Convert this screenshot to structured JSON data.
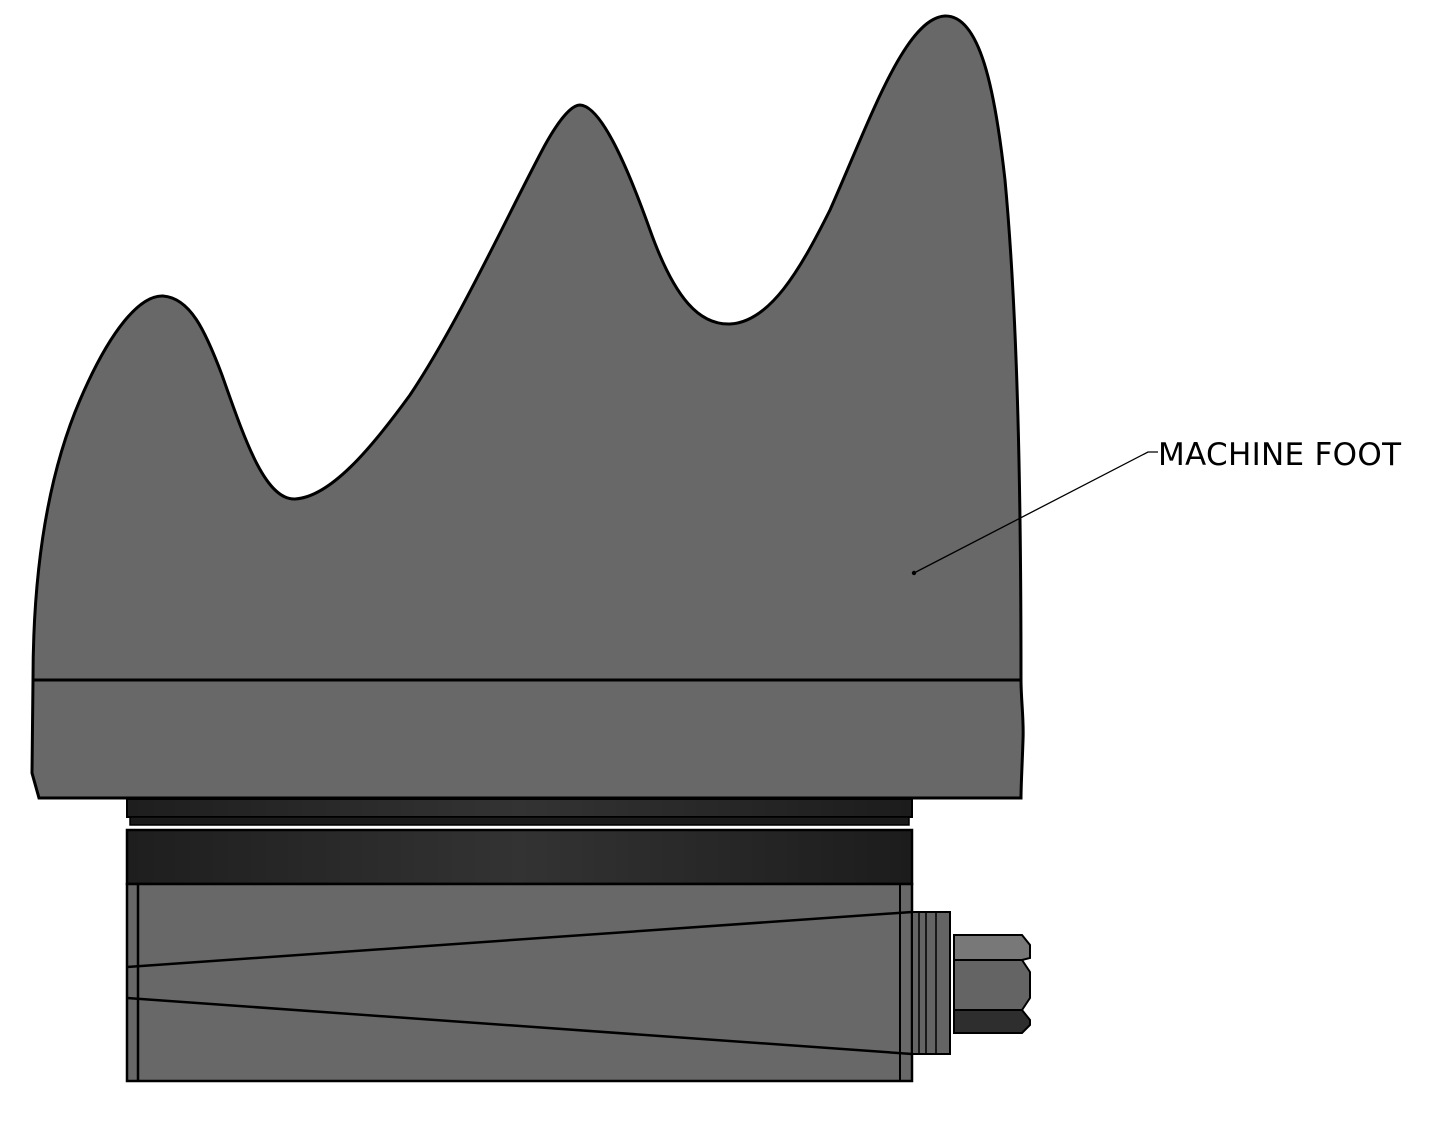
{
  "diagram": {
    "type": "technical-drawing",
    "subject": "leveling mount assembly (side view)",
    "callouts": [
      {
        "label": "MACHINE FOOT",
        "points_to": "machine-foot-body"
      }
    ],
    "parts": [
      {
        "id": "machine-foot-body",
        "description": "wavy-top machine foot casting"
      },
      {
        "id": "machine-foot-base-band",
        "description": "lower band of machine foot"
      },
      {
        "id": "bearing-ring-upper",
        "description": "dark upper ring/washer"
      },
      {
        "id": "bearing-ring-lower",
        "description": "dark lower ring"
      },
      {
        "id": "wedge-housing",
        "description": "leveling wedge housing with angled internal wedge lines"
      },
      {
        "id": "end-cap",
        "description": "threaded end cap / collar"
      },
      {
        "id": "hex-nut",
        "description": "adjustment hex nut"
      }
    ],
    "colors": {
      "body": "#686868",
      "ring_dark": "#2b2b2b",
      "outline": "#000000",
      "background": "#ffffff",
      "nut_top": "#787878",
      "nut_mid": "#646464",
      "nut_bottom": "#2e2e2e"
    }
  }
}
